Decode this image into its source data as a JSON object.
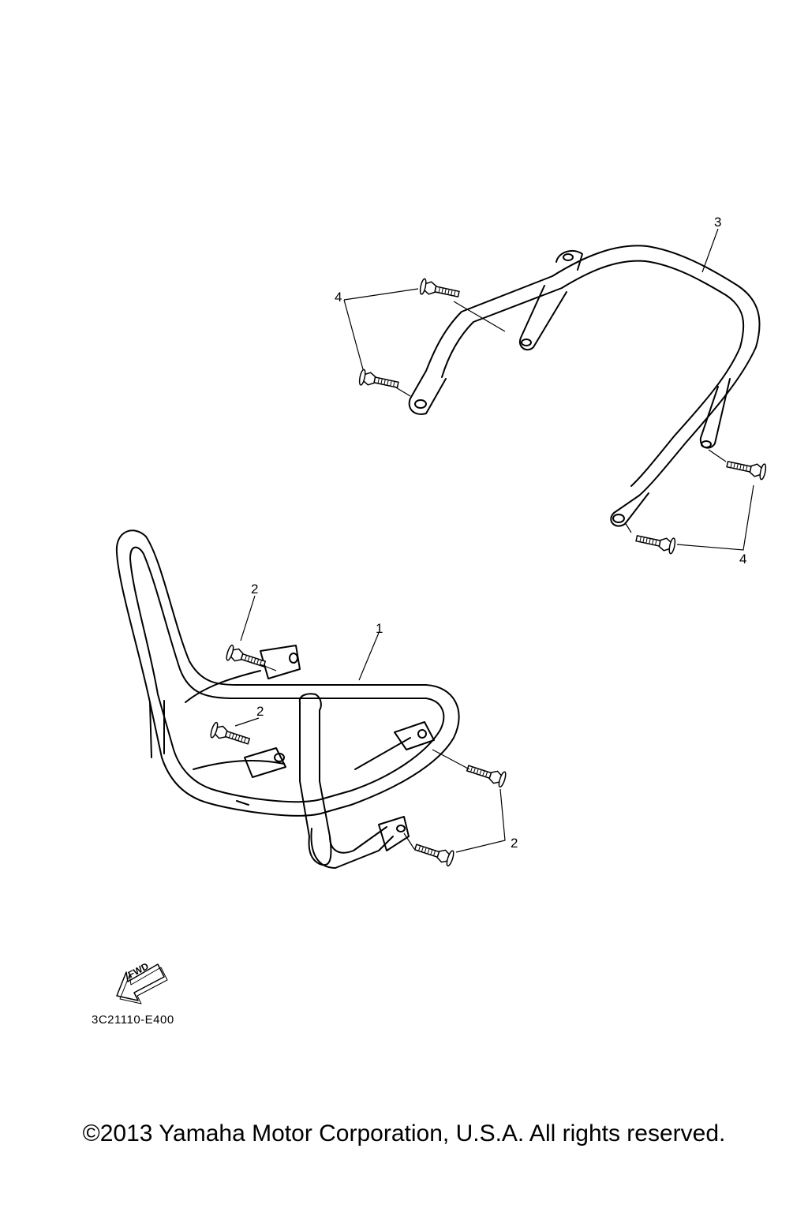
{
  "callouts": {
    "part_3": "3",
    "part_4_upper": "4",
    "part_4_lower": "4",
    "part_2_top": "2",
    "part_1": "1",
    "part_2_middle": "2",
    "part_2_right": "2"
  },
  "fwd_label": "FWD",
  "diagram_code": "3C21110-E400",
  "copyright": "©2013 Yamaha Motor Corporation, U.S.A. All rights reserved.",
  "colors": {
    "line": "#000000",
    "background": "#ffffff"
  }
}
